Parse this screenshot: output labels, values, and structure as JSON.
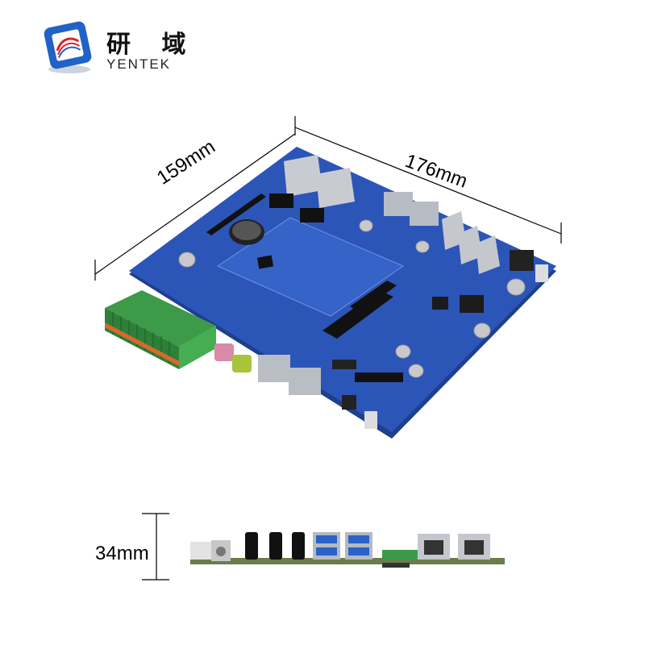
{
  "brand": {
    "name_cn": "研 域",
    "name_en": "YENTEK",
    "colors": {
      "blue": "#1f63c6",
      "red": "#d8242a",
      "board": "#2c55b8"
    }
  },
  "dimensions": {
    "length": "159mm",
    "width": "176mm",
    "height": "34mm"
  },
  "icons": [
    "brand-logo-icon",
    "motherboard-photo",
    "side-profile-photo"
  ]
}
